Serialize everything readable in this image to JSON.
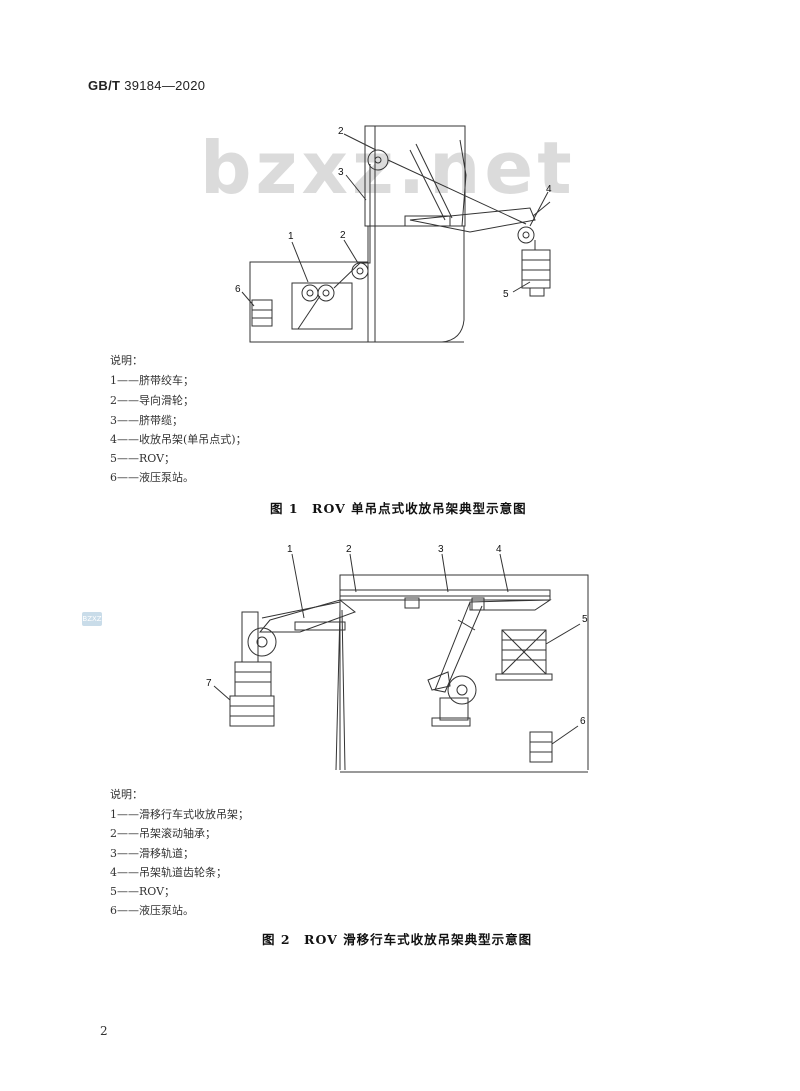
{
  "header": {
    "std_prefix": "GB/T",
    "std_number": "39184—2020"
  },
  "watermark": "bzxz.net",
  "side_logo": "BZXZ",
  "figure1": {
    "callouts": [
      "1",
      "2",
      "2",
      "3",
      "4",
      "5",
      "6"
    ],
    "legend_title": "说明：",
    "legend": [
      "1——脐带绞车；",
      "2——导向滑轮；",
      "3——脐带缆；",
      "4——收放吊架(单吊点式)；",
      "5——ROV；",
      "6——液压泵站。"
    ],
    "caption": "图 1　ROV 单吊点式收放吊架典型示意图"
  },
  "figure2": {
    "callouts": [
      "1",
      "2",
      "3",
      "4",
      "5",
      "6",
      "7"
    ],
    "legend_title": "说明：",
    "legend": [
      "1——滑移行车式收放吊架；",
      "2——吊架滚动轴承；",
      "3——滑移轨道；",
      "4——吊架轨道齿轮条；",
      "5——ROV；",
      "6——液压泵站。"
    ],
    "caption": "图 2　ROV 滑移行车式收放吊架典型示意图"
  },
  "page_number": "2"
}
